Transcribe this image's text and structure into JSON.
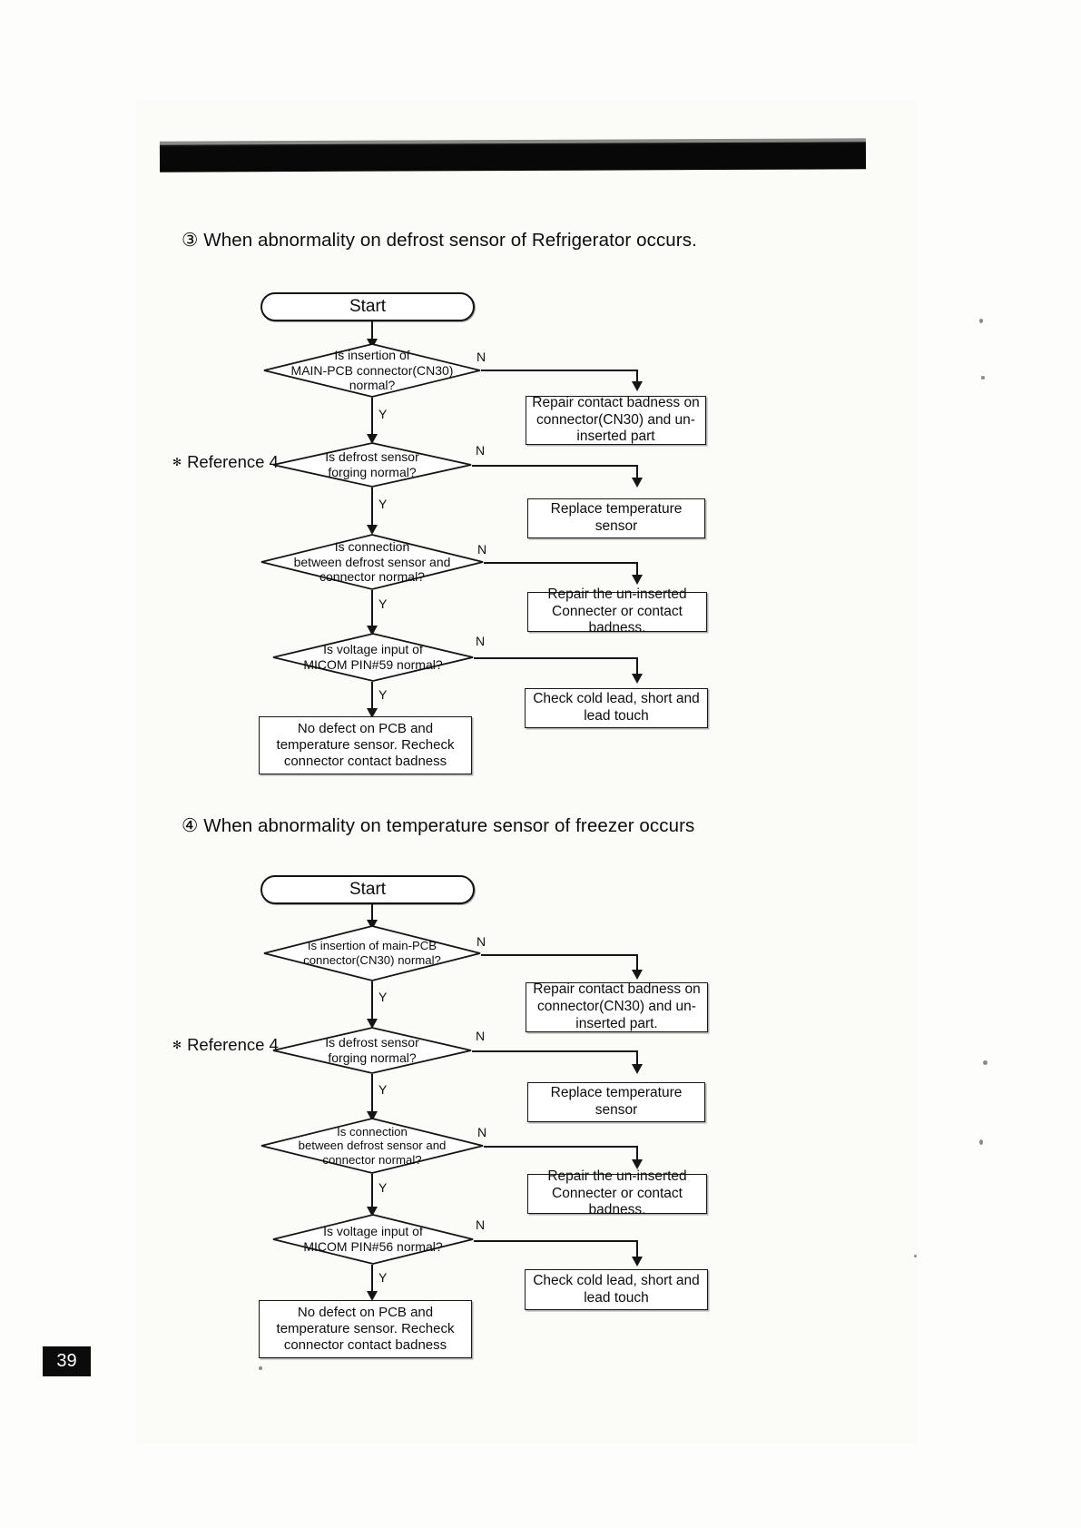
{
  "page": {
    "number": "39",
    "header_bar": "redacted-black-bar"
  },
  "sections": [
    {
      "id": "section-3",
      "heading": "③ When abnormality on defrost sensor of  Refrigerator occurs.",
      "reference_note": "Reference 4",
      "reference_marker": "✻",
      "flow": {
        "start": "Start",
        "decisions": [
          {
            "text": "Is  insertion of\nMAIN-PCB connector(CN30)\nnormal?",
            "yes": "Y",
            "no": "N"
          },
          {
            "text": "Is  defrost sensor\nforging normal?",
            "yes": "Y",
            "no": "N"
          },
          {
            "text": "Is  connection\nbetween  defrost sensor and\nconnector normal?",
            "yes": "Y",
            "no": "N"
          },
          {
            "text": "Is  voltage input of\nMICOM PIN#59 normal?",
            "yes": "Y",
            "no": "N"
          }
        ],
        "actions": [
          "Repair contact badness on connector(CN30) and un-inserted part",
          "Replace  temperature sensor",
          "Repair the un-inserted Connecter or contact badness.",
          "Check  cold lead, short and lead touch"
        ],
        "end": "No defect on PCB and temperature sensor. Recheck  connector contact badness"
      }
    },
    {
      "id": "section-4",
      "heading": "④ When abnormality on temperature sensor of freezer occurs",
      "reference_note": "Reference 4",
      "reference_marker": "✻",
      "flow": {
        "start": "Start",
        "decisions": [
          {
            "text": "Is  insertion of  main-PCB\nconnector(CN30) normal?",
            "yes": "Y",
            "no": "N"
          },
          {
            "text": "Is  defrost sensor\nforging normal?",
            "yes": "Y",
            "no": "N"
          },
          {
            "text": "Is  connection\nbetween  defrost sensor and\nconnector normal?",
            "yes": "Y",
            "no": "N"
          },
          {
            "text": "Is  voltage input of\nMICOM PIN#56 normal?",
            "yes": "Y",
            "no": "N"
          }
        ],
        "actions": [
          "Repair contact badness on connector(CN30) and un-inserted part.",
          "Replace  temperature sensor",
          "Repair the un-inserted Connecter or contact badness.",
          "Check  cold lead, short and lead touch"
        ],
        "end": "No defect on PCB and temperature sensor. Recheck  connector contact badness"
      }
    }
  ]
}
